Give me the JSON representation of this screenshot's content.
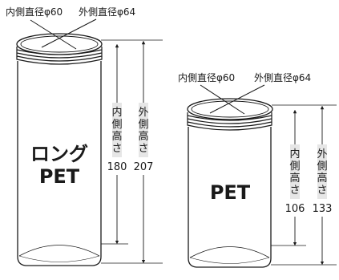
{
  "long_jar": {
    "label_line1": "ロング",
    "label_line2": "PET",
    "inner_diameter": "内側直径φ60",
    "outer_diameter": "外側直径φ64",
    "inner_height_label": [
      "内",
      "側",
      "高",
      "さ"
    ],
    "inner_height_value": "180",
    "outer_height_label": [
      "外",
      "側",
      "高",
      "さ"
    ],
    "outer_height_value": "207"
  },
  "short_jar": {
    "label": "PET",
    "inner_diameter": "内側直径φ60",
    "outer_diameter": "外側直径φ64",
    "inner_height_label": [
      "内",
      "側",
      "高",
      "さ"
    ],
    "inner_height_value": "106",
    "outer_height_label": [
      "外",
      "側",
      "高",
      "さ"
    ],
    "outer_height_value": "133"
  },
  "colors": {
    "line": "#1a1a1a",
    "text": "#1a1a1a",
    "label_bg": "#e6e6e6",
    "jar_fill": "#ffffff"
  }
}
